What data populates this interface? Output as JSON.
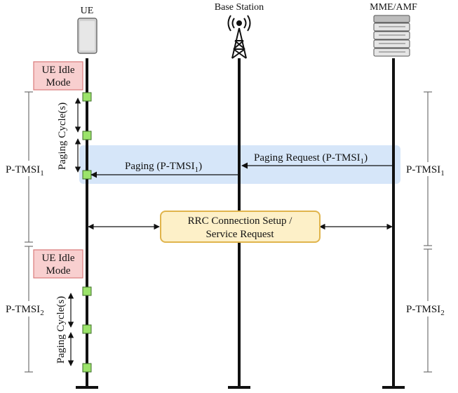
{
  "entities": {
    "ue": "UE",
    "base_station": "Base Station",
    "mme": "MME/AMF"
  },
  "idle_mode": {
    "line1": "UE Idle",
    "line2": "Mode"
  },
  "paging_cycle_label": "Paging Cycle(s)",
  "ptmsi1": {
    "base": "P-TMSI",
    "sub": "1"
  },
  "ptmsi2": {
    "base": "P-TMSI",
    "sub": "2"
  },
  "messages": {
    "paging_request": {
      "text": "Paging Request (P-TMSI",
      "sub": "1",
      "close": ")"
    },
    "paging": {
      "text": "Paging (P-TMSI",
      "sub": "1",
      "close": ")"
    },
    "rrc_line1": "RRC Connection Setup /",
    "rrc_line2": "Service Request"
  },
  "colors": {
    "idle_fill": "#f8cfcf",
    "idle_stroke": "#d97a7a",
    "marker_fill": "#9be36a",
    "highlight_fill": "#cfe2f8",
    "rrc_fill": "#fdf0c8",
    "rrc_stroke": "#e0b44c"
  }
}
